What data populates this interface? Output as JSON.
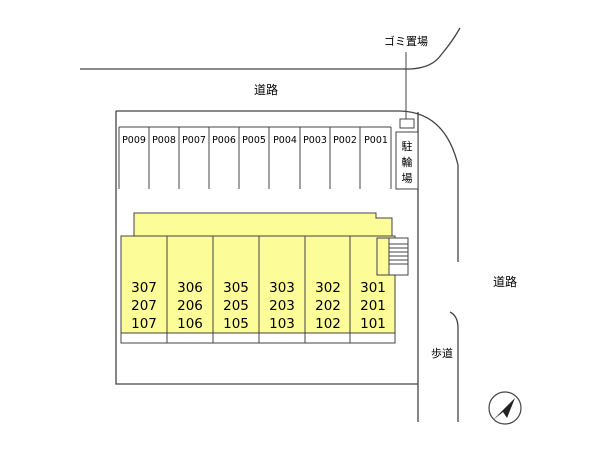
{
  "labels": {
    "road_top": "道路",
    "road_right": "道路",
    "sidewalk": "歩道",
    "garbage": "ゴミ置場",
    "bicycle_parking": [
      "駐",
      "輪",
      "場"
    ]
  },
  "parking": [
    "P009",
    "P008",
    "P007",
    "P006",
    "P005",
    "P004",
    "P003",
    "P002",
    "P001"
  ],
  "units": [
    {
      "col": 1,
      "rooms": [
        "307",
        "207",
        "107"
      ]
    },
    {
      "col": 2,
      "rooms": [
        "306",
        "206",
        "106"
      ]
    },
    {
      "col": 3,
      "rooms": [
        "305",
        "205",
        "105"
      ]
    },
    {
      "col": 4,
      "rooms": [
        "303",
        "203",
        "103"
      ]
    },
    {
      "col": 5,
      "rooms": [
        "302",
        "202",
        "102"
      ]
    },
    {
      "col": 6,
      "rooms": [
        "301",
        "201",
        "101"
      ]
    }
  ],
  "colors": {
    "building_fill": "#fcfc99",
    "line": "#444444",
    "background": "#ffffff"
  },
  "icons": {
    "north": "north-arrow-icon",
    "stairs": "stairs-icon"
  }
}
